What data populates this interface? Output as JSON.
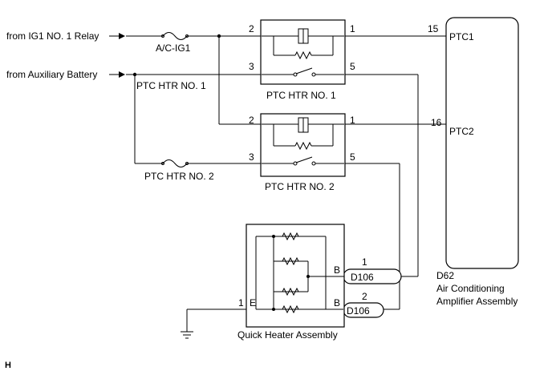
{
  "sources": {
    "ig1": "from IG1 NO. 1 Relay",
    "aux": "from Auxiliary Battery"
  },
  "fuses": {
    "acig1": "A/C-IG1",
    "ptc1": "PTC HTR NO. 1",
    "ptc2": "PTC HTR NO. 2"
  },
  "relays": {
    "r1": {
      "name": "PTC HTR NO. 1",
      "pin_coil_in": "2",
      "pin_coil_out": "1",
      "pin_sw_in": "3",
      "pin_sw_out": "5"
    },
    "r2": {
      "name": "PTC HTR NO. 2",
      "pin_coil_in": "2",
      "pin_coil_out": "1",
      "pin_sw_in": "3",
      "pin_sw_out": "5"
    }
  },
  "amplifier": {
    "pin1_num": "15",
    "pin1_name": "PTC1",
    "pin2_num": "16",
    "pin2_name": "PTC2",
    "code": "D62",
    "name_line1": "Air Conditioning",
    "name_line2": "Amplifier Assembly"
  },
  "heater": {
    "name": "Quick Heater Assembly",
    "term_b1": "B",
    "term_b2": "B",
    "term_e": "E",
    "pin_e": "1"
  },
  "connectors": {
    "c1_pin": "1",
    "c1_label": "D106",
    "c2_pin": "2",
    "c2_label": "D106"
  },
  "figure_code": "H"
}
